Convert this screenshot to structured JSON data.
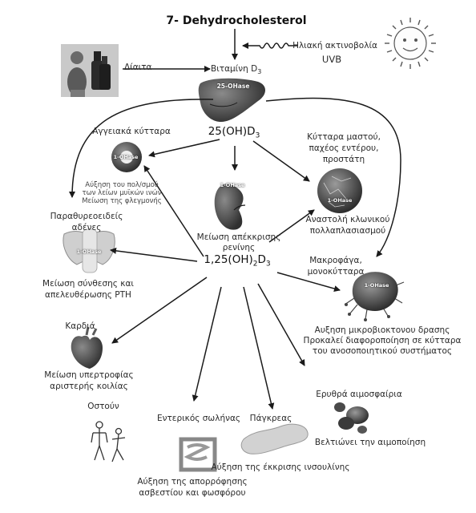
{
  "precursor": "7- Dehydrocholesterol",
  "sunlight": {
    "line1": "Ηλιακή ακτινοβολία",
    "line2": "UVB"
  },
  "diet": "Δίαιτα",
  "vitamin_d": {
    "text": "Βιταμίνη D",
    "sub": "3"
  },
  "liver_enzyme": "25-OHase",
  "calcidiol": {
    "pre": "25(OH)D",
    "sub": "3"
  },
  "calcitriol": {
    "pre": "1,25(OH)",
    "sub1": "2",
    "mid": "D",
    "sub2": "3"
  },
  "enzyme_1a": "1-OHase",
  "kidney": {
    "line1": "Μείωση απέκκρισης",
    "line2": "ρενίνης"
  },
  "targets": {
    "vascular": {
      "title": "Αγγειακά κύτταρα",
      "effect1": "Αύξηση του πολ/σμού",
      "effect2": "των λείων μυϊκών ινών",
      "effect3": "Μείωση της φλεγμονής"
    },
    "cancer_cells": {
      "title1": "Κύτταρα μαστού,",
      "title2": "παχέος εντέρου,",
      "title3": "προστάτη",
      "effect1": "Αναστολή κλωνικού",
      "effect2": "πολλαπλασιασμού"
    },
    "parathyroid": {
      "title1": "Παραθυρεοειδείς",
      "title2": "αδένες",
      "effect1": "Μείωση σύνθεσης και",
      "effect2": "απελευθέρωσης PTH"
    },
    "macrophages": {
      "title1": "Μακροφάγα,",
      "title2": "μονοκύτταρα",
      "effect1": "Αυξηση μικροβιοκτονου δρασης",
      "effect2": "Προκαλεί διαφοροποίηση σε κύτταρα",
      "effect3": "του ανοσοποιητικού συστήματος"
    },
    "heart": {
      "title": "Καρδιά",
      "effect1": "Μείωση υπερτροφίας",
      "effect2": "αριστερής κοιλίας"
    },
    "bone": {
      "title": "Οστούν"
    },
    "intestine": {
      "title": "Εντερικός σωλήνας",
      "effect1": "Αύξηση της απορρόφησης",
      "effect2": "ασβεστίου και φωσφόρου"
    },
    "pancreas": {
      "title": "Πάγκρεας",
      "effect": "Αύξηση της έκκρισης ινσουλίνης"
    },
    "rbc": {
      "title": "Ερυθρά αιμοσφαίρια",
      "effect": "Βελτιώνει την αιμοποίηση"
    }
  },
  "colors": {
    "arrow": "#1a1a1a",
    "text": "#2a2a2a"
  }
}
